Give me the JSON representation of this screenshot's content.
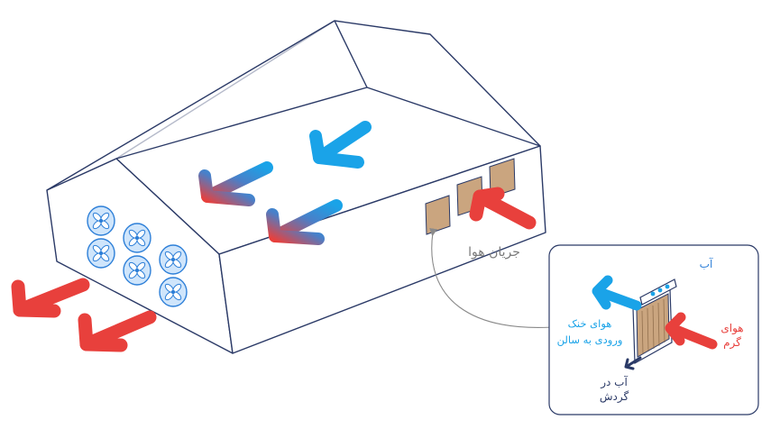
{
  "labels": {
    "airflow": "جریان هوا",
    "water": "آب",
    "warm_air_1": "هوای",
    "warm_air_2": "گرم",
    "cool_air_1": "هوای خنک",
    "cool_air_2": "ورودی به سالن",
    "recirc_water_1": "آب در",
    "recirc_water_2": "گردش"
  },
  "colors": {
    "outline": "#2b3a67",
    "blue": "#1aa3e8",
    "red": "#e8403c",
    "pad": "#caa57f",
    "fan_fill": "#cfe5fb",
    "fan_stroke": "#2d7fd8",
    "muted": "#8a8a8a"
  },
  "icons": {
    "fan": "exhaust-fan-icon",
    "pad": "cooling-pad-icon"
  }
}
